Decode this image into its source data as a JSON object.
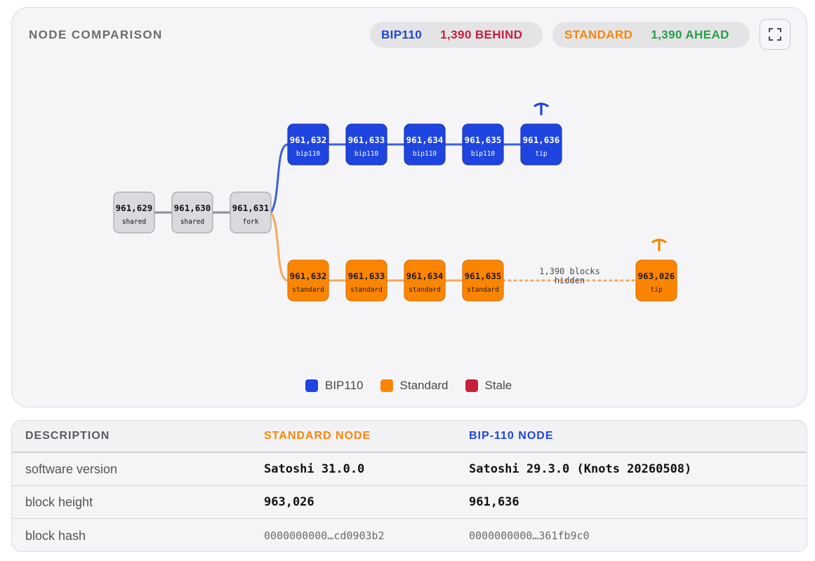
{
  "panel": {
    "title": "NODE COMPARISON",
    "badges": [
      {
        "name": "BIP110",
        "status": "1,390 BEHIND",
        "name_color": "#1f45e0",
        "status_color": "#c8203a"
      },
      {
        "name": "STANDARD",
        "status": "1,390 AHEAD",
        "name_color": "#fb8500",
        "status_color": "#26a146"
      }
    ],
    "expand_icon": "expand-icon"
  },
  "diagram": {
    "shared_blocks": [
      {
        "height": "961,629",
        "label": "shared"
      },
      {
        "height": "961,630",
        "label": "shared"
      },
      {
        "height": "961,631",
        "label": "fork"
      }
    ],
    "bip110_chain": [
      {
        "height": "961,632",
        "label": "bip110"
      },
      {
        "height": "961,633",
        "label": "bip110"
      },
      {
        "height": "961,634",
        "label": "bip110"
      },
      {
        "height": "961,635",
        "label": "bip110"
      },
      {
        "height": "961,636",
        "label": "tip"
      }
    ],
    "standard_chain": [
      {
        "height": "961,632",
        "label": "standard"
      },
      {
        "height": "961,633",
        "label": "standard"
      },
      {
        "height": "961,634",
        "label": "standard"
      },
      {
        "height": "961,635",
        "label": "standard"
      }
    ],
    "standard_tip": {
      "height": "963,026",
      "label": "tip"
    },
    "hidden_label": [
      "1,390 blocks",
      "hidden"
    ],
    "tip_icon": "pickaxe-icon",
    "colors": {
      "bip110": "#1f45e0",
      "standard": "#fb8500",
      "shared_fill": "#d9d9de",
      "shared_border": "#a6a6ab",
      "bip110_link": "#3d5fdc",
      "standard_link": "#f5a858",
      "shared_link": "#8e8e93"
    }
  },
  "legend": [
    {
      "label": "BIP110",
      "color": "#1f45e0"
    },
    {
      "label": "Standard",
      "color": "#fb8500"
    },
    {
      "label": "Stale",
      "color": "#c8203a"
    }
  ],
  "table": {
    "headers": {
      "description": "DESCRIPTION",
      "standard": "STANDARD NODE",
      "bip110": "BIP-110 NODE"
    },
    "rows": [
      {
        "label": "software version",
        "standard": "Satoshi 31.0.0",
        "bip110": "Satoshi 29.3.0 (Knots 20260508)"
      },
      {
        "label": "block height",
        "standard": "963,026",
        "bip110": "961,636"
      },
      {
        "label": "block hash",
        "standard": "0000000000…cd0903b2",
        "bip110": "0000000000…361fb9c0"
      }
    ]
  }
}
